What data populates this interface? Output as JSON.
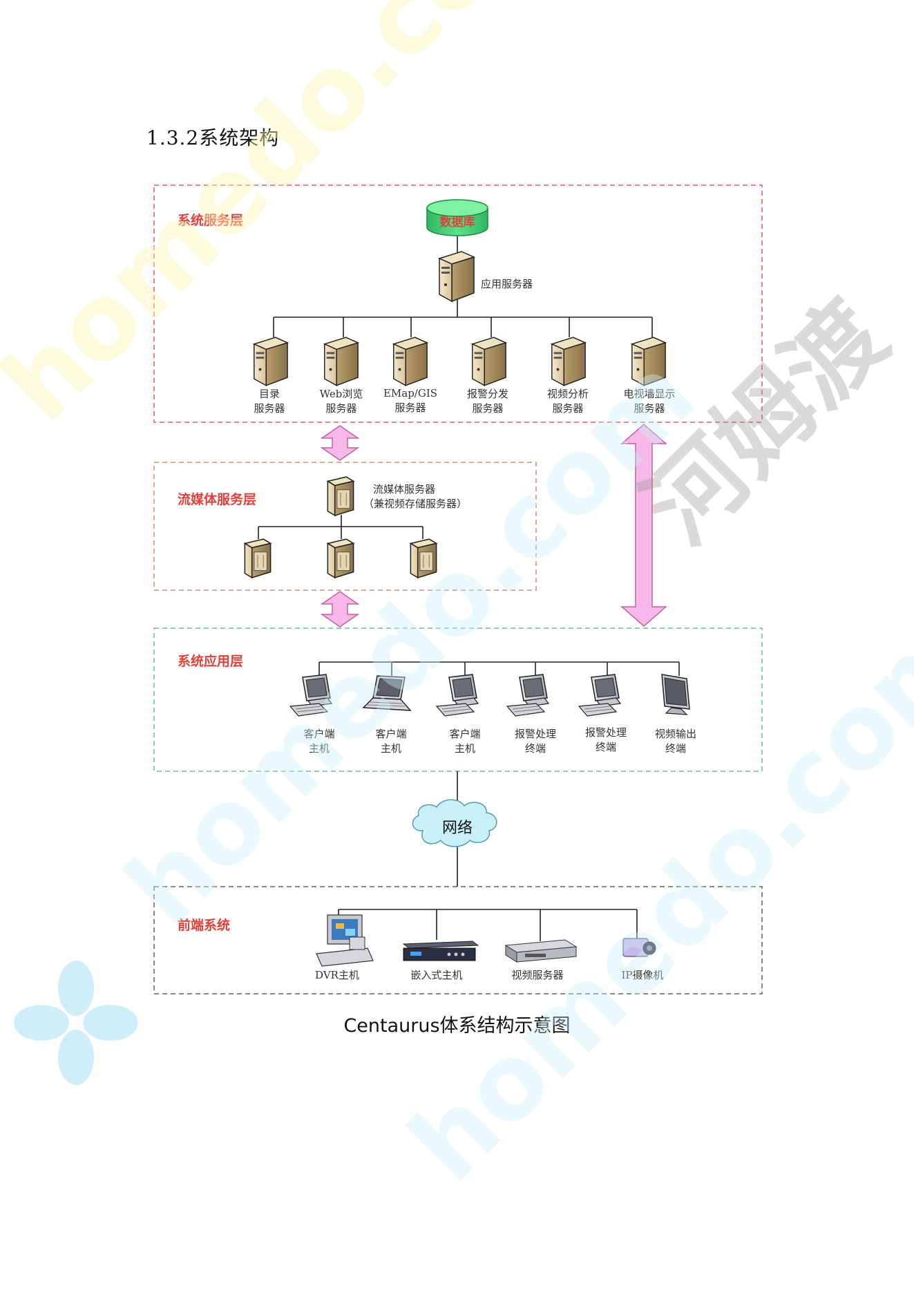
{
  "heading": "1.3.2系统架构",
  "layers": {
    "service": "系统服务层",
    "streaming": "流媒体服务层",
    "application": "系统应用层",
    "frontend": "前端系统"
  },
  "nodes": {
    "database": "数据库",
    "app_server": "应用服务器",
    "service_servers": [
      {
        "l1": "目录",
        "l2": "服务器"
      },
      {
        "l1": "Web浏览",
        "l2": "服务器"
      },
      {
        "l1": "EMap/GIS",
        "l2": "服务器"
      },
      {
        "l1": "报警分发",
        "l2": "服务器"
      },
      {
        "l1": "视频分析",
        "l2": "服务器"
      },
      {
        "l1": "电视墙显示",
        "l2": "服务器"
      }
    ],
    "stream_server": {
      "l1": "流媒体服务器",
      "l2": "（兼视频存储服务器）"
    },
    "clients": [
      {
        "l1": "客户端",
        "l2": "主机"
      },
      {
        "l1": "客户端",
        "l2": "主机"
      },
      {
        "l1": "客户端",
        "l2": "主机"
      },
      {
        "l1": "报警处理",
        "l2": "终端"
      },
      {
        "l1": "报警处理",
        "l2": "终端"
      },
      {
        "l1": "视频输出",
        "l2": "终端"
      }
    ],
    "network": "网络",
    "frontend_devices": [
      "DVR主机",
      "嵌入式主机",
      "视频服务器",
      "IP摄像机"
    ]
  },
  "caption": "Centaurus体系结构示意图",
  "watermarks": [
    "homedo.com",
    "homedo.com",
    "homedo.com",
    "河姆渡"
  ],
  "colors": {
    "layer_label": "#e0413a",
    "service_border": "#e8707a",
    "streaming_border": "#d9a080",
    "application_border": "#7fc4a8",
    "frontend_border": "#777777",
    "arrow_fill": "#f6b8e8",
    "arrow_stroke": "#c2609f",
    "database_fill": "#3ecf6e",
    "network_fill": "#c8f0f8"
  }
}
